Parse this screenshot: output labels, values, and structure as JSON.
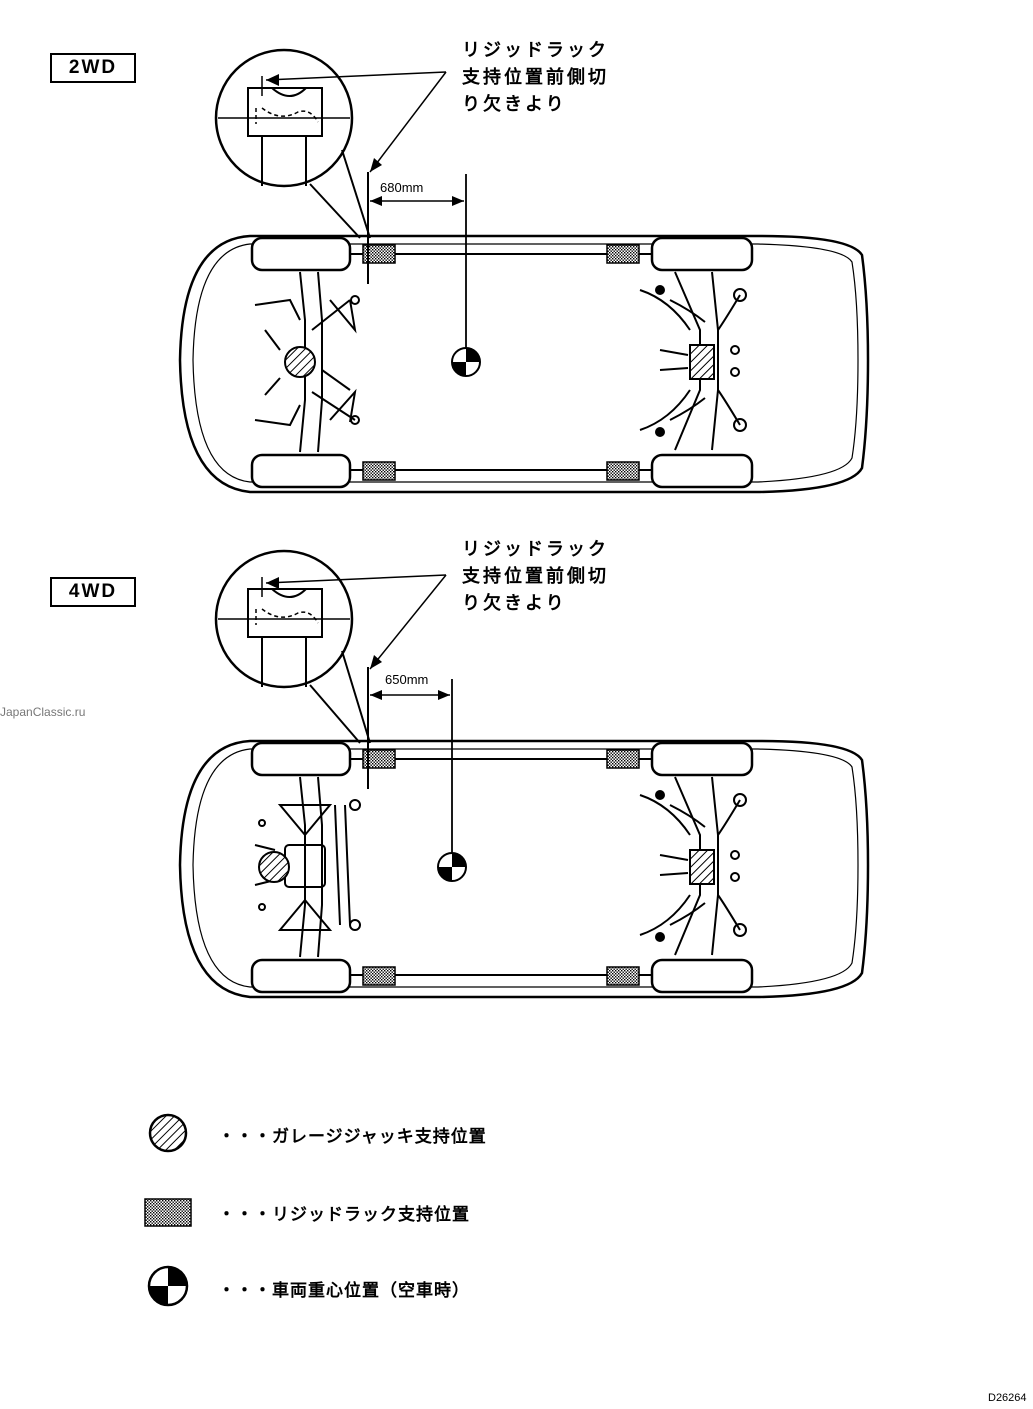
{
  "diagrams": [
    {
      "id": "2wd",
      "label": "2WD",
      "note_lines": [
        "リジッドラック",
        "支持位置前側切",
        "り欠きより"
      ],
      "dimension": "680mm",
      "drivetrain": "2wd"
    },
    {
      "id": "4wd",
      "label": "4WD",
      "note_lines": [
        "リジッドラック",
        "支持位置前側切",
        "り欠きより"
      ],
      "dimension": "650mm",
      "drivetrain": "4wd"
    }
  ],
  "legend": [
    {
      "symbol": "hatched-circle",
      "text": "・・・ガレージジャッキ支持位置"
    },
    {
      "symbol": "dotted-rectangle",
      "text": "・・・リジッドラック支持位置"
    },
    {
      "symbol": "center-of-gravity",
      "text": "・・・車両重心位置（空車時）"
    }
  ],
  "watermark": "JapanClassic.ru",
  "figure_code": "D26264",
  "colors": {
    "line": "#000000",
    "background": "#ffffff",
    "watermark": "#777777"
  }
}
